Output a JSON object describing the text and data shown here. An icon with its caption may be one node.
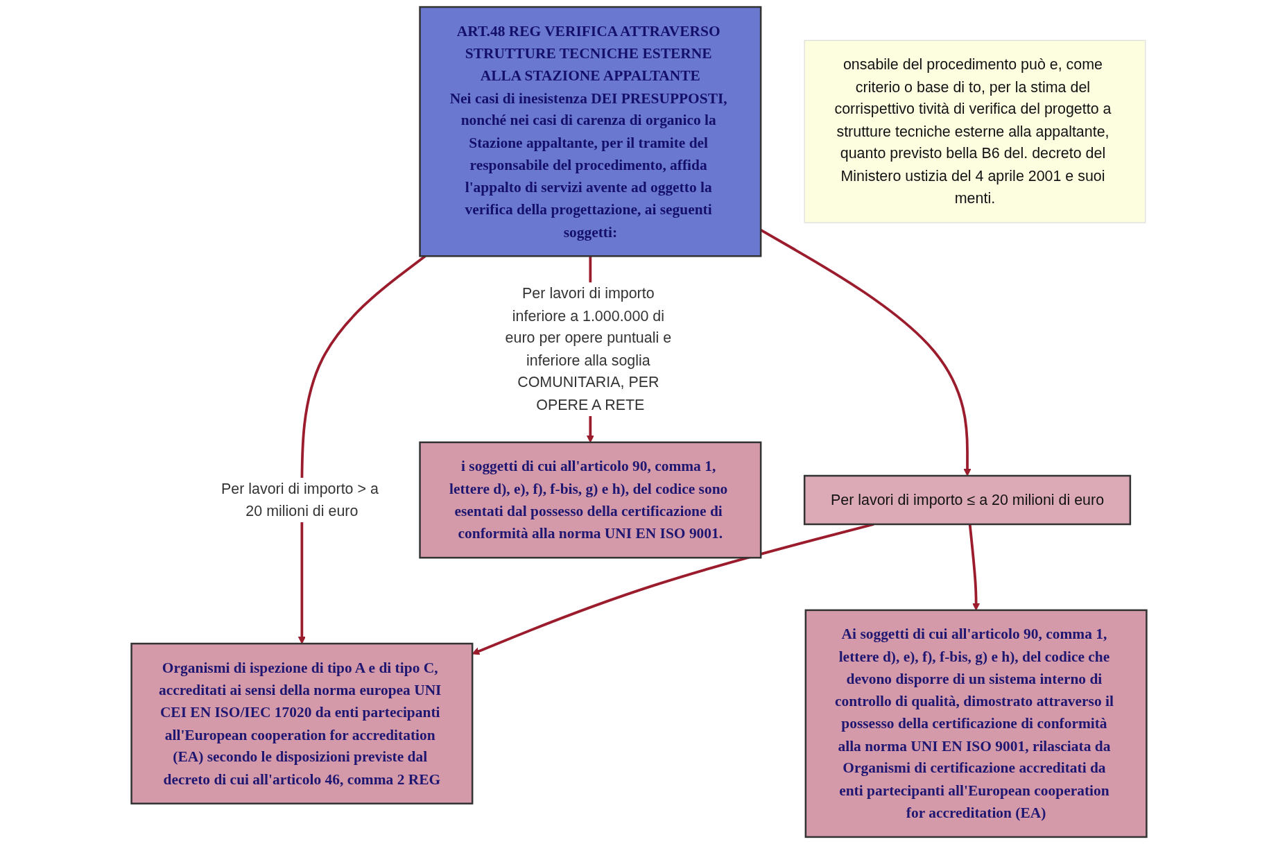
{
  "diagram": {
    "nodes": [
      {
        "text": [
          "ART.48 REG VERIFICA ATTRAVERSO STRUTTURE TECNICHE ESTERNE ALLA STAZIONE APPALTANTE",
          "Nei casi di inesistenza DEI PRESUPPOSTI, nonché nei casi di carenza di organico la Stazione appaltante, per il tramite del responsabile del procedimento, affida l'appalto di servizi avente ad oggetto la verifica della progettazione, ai seguenti soggetti:"
        ]
      },
      {
        "text": [
          "Organismi di ispezione di tipo A e di tipo C, accreditati ai sensi della norma europea UNI CEI EN ISO/IEC 17020 da enti partecipanti all'European cooperation for accreditation (EA) secondo le disposizioni previste dal decreto di cui all'articolo 46, comma 2 REG"
        ]
      },
      {
        "text": [
          "Per lavori di importo ≤ a 20 milioni di euro"
        ]
      },
      {
        "text": [
          "Ai soggetti di cui all'articolo 90, comma 1, lettere d), e), f), f-bis, g) e h), del codice che devono disporre di un sistema interno di controllo di qualità, dimostrato attraverso il possesso della certificazione di conformità alla norma UNI EN ISO 9001, rilasciata da Organismi di certificazione accreditati da enti partecipanti all'European cooperation for accreditation (EA)"
        ]
      },
      {
        "text": [
          "i soggetti di cui all'articolo 90, comma 1, lettere d), e), f), f-bis, g) e h), del codice sono esentati dal possesso della certificazione di conformità alla norma UNI EN ISO 9001."
        ]
      },
      {
        "text": [
          "onsabile del procedimento può e, come criterio o base di to, per la stima del corrispettivo tività di verifica del progetto a strutture tecniche esterne alla appaltante, quanto previsto bella B6 del. decreto del Ministero ustizia del 4 aprile 2001 e suoi menti."
        ]
      }
    ],
    "edges": [
      {
        "from": 0,
        "to": 1,
        "arrow": "to",
        "label": "Per lavori di importo > a 20 milioni di euro"
      },
      {
        "from": 0,
        "to": 2,
        "arrow": "to"
      },
      {
        "from": 2,
        "to": 1,
        "arrow": "to"
      },
      {
        "from": 2,
        "to": 3,
        "arrow": "to"
      },
      {
        "from": 0,
        "to": 4,
        "arrow": "to",
        "label": "Per lavori di importo inferiore a 1.000.000 di euro per opere puntuali e inferiore alla soglia COMUNITARIA, PER OPERE A RETE"
      }
    ]
  }
}
